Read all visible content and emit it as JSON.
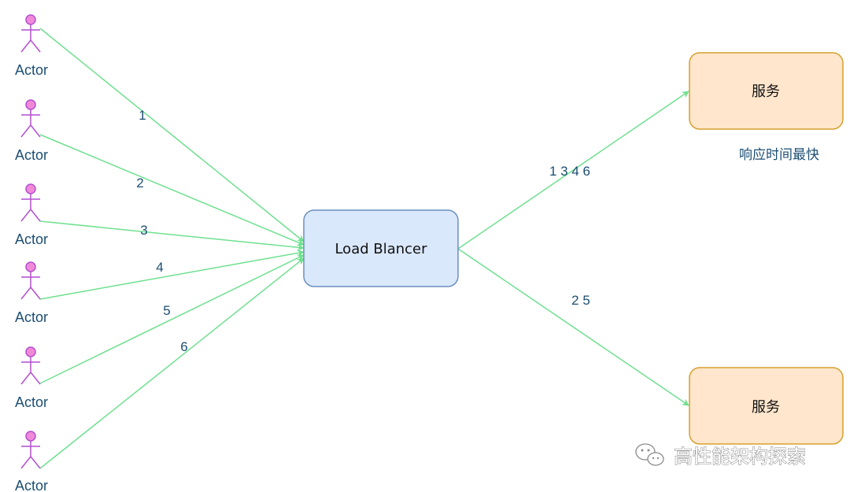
{
  "actors": [
    {
      "label": "Actor"
    },
    {
      "label": "Actor"
    },
    {
      "label": "Actor"
    },
    {
      "label": "Actor"
    },
    {
      "label": "Actor"
    },
    {
      "label": "Actor"
    }
  ],
  "incoming_edges": [
    {
      "label": "1"
    },
    {
      "label": "2"
    },
    {
      "label": "3"
    },
    {
      "label": "4"
    },
    {
      "label": "5"
    },
    {
      "label": "6"
    }
  ],
  "load_balancer": {
    "label": "Load Blancer"
  },
  "services": [
    {
      "label": "服务"
    },
    {
      "label": "服务"
    }
  ],
  "outgoing_edges": [
    {
      "label": "1 3 4 6"
    },
    {
      "label": "2 5"
    }
  ],
  "service_note": {
    "label": "响应时间最快"
  },
  "watermark": {
    "label": "高性能架构探索",
    "icon": "wechat-icon"
  },
  "colors": {
    "edge": "#6fe08f",
    "actor_stroke": "#b24fd1",
    "actor_head": "#f08ad7",
    "lb_fill": "#dae8fc",
    "lb_stroke": "#6c8ebf",
    "service_fill": "#ffe6cc",
    "service_stroke": "#d6a02d",
    "text": "#1c4e73"
  }
}
